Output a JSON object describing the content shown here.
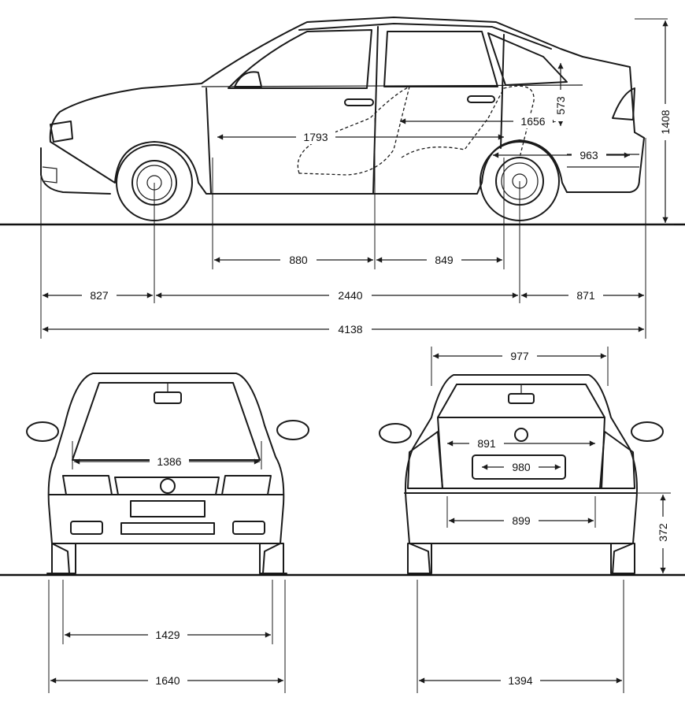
{
  "drawing": {
    "views": [
      "side-view",
      "front-view",
      "rear-view"
    ],
    "dimensions": {
      "overall_length": "4138",
      "wheelbase": "2440",
      "front_overhang": "827",
      "rear_overhang": "871",
      "front_door": "880",
      "rear_door": "849",
      "interior_length": "1793",
      "rear_interior": "1656",
      "rear_height": "573",
      "overall_height": "1408",
      "trunk_depth": "963",
      "front_interior_width": "1386",
      "front_track": "1429",
      "overall_width": "1640",
      "rear_window_width": "977",
      "tailgate_width": "891",
      "plate_width": "980",
      "bumper_width": "899",
      "loading_height": "372",
      "rear_track": "1394"
    }
  }
}
